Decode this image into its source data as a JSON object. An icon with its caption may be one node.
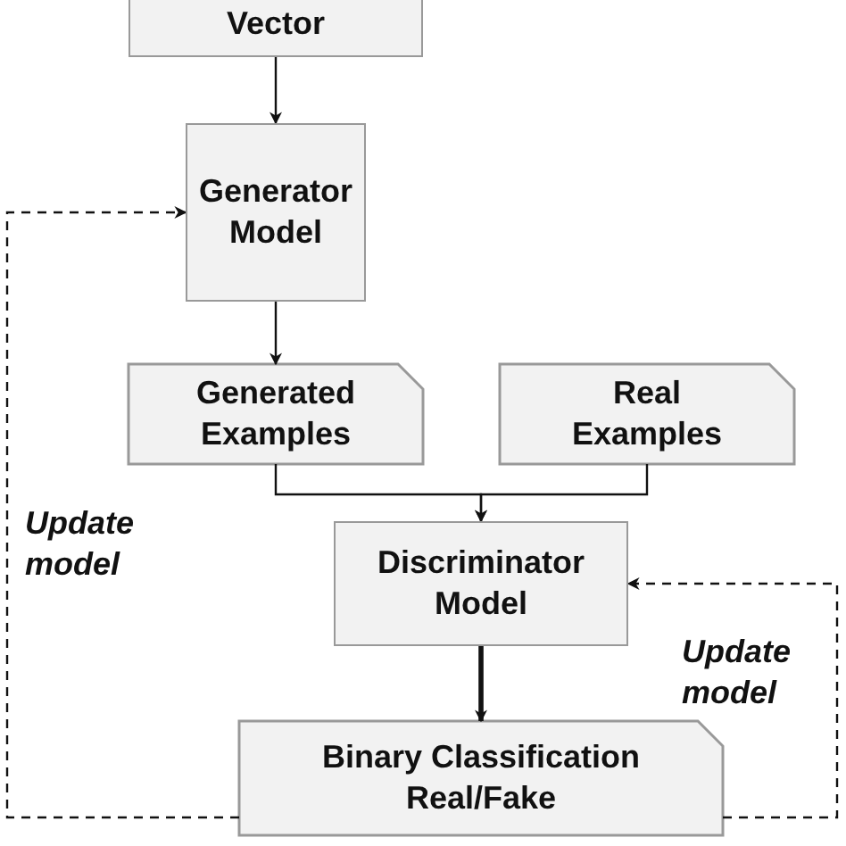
{
  "diagram": {
    "nodes": [
      {
        "text": [
          "Vector"
        ]
      },
      {
        "text": [
          "Generator Model"
        ]
      },
      {
        "text": [
          "Generated Examples"
        ]
      },
      {
        "text": [
          "Real Examples"
        ]
      },
      {
        "text": [
          "Discriminator Model"
        ]
      },
      {
        "text": [
          "Binary Classification Real/Fake"
        ]
      }
    ],
    "edges": [
      {
        "from": 0,
        "to": 1,
        "arrow": "to"
      },
      {
        "from": 1,
        "to": 2,
        "arrow": "to"
      },
      {
        "from": 2,
        "to": 4,
        "arrow": "to"
      },
      {
        "from": 3,
        "to": 4,
        "arrow": "to"
      },
      {
        "from": 4,
        "to": 5,
        "arrow": "to",
        "style": "thick"
      },
      {
        "from": 5,
        "to": 1,
        "arrow": "to",
        "style": "dashed",
        "label": "Update model"
      },
      {
        "from": 5,
        "to": 4,
        "arrow": "to",
        "style": "dashed",
        "label": "Update model"
      }
    ]
  }
}
